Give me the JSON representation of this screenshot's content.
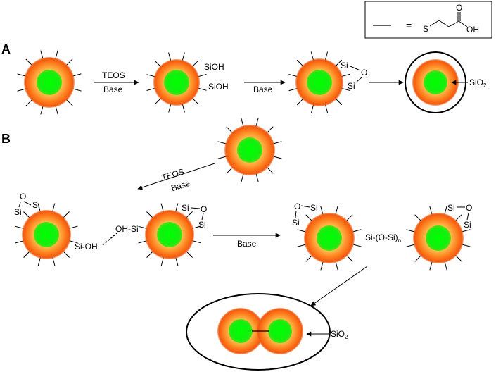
{
  "legend": {
    "equals": "=",
    "thiol_S": "S",
    "carbonyl_O": "O",
    "acid_OH": "OH"
  },
  "panel_a": {
    "label": "A",
    "step1_reagent": "TEOS",
    "step1_condition": "Base",
    "silanol_top": "SiOH",
    "silanol_bottom": "SiOH",
    "step2_condition": "Base",
    "siloxane_si_top": "Si",
    "siloxane_o": "O",
    "siloxane_si_bottom": "Si",
    "shell_label": "SiO",
    "shell_subscript": "2"
  },
  "panel_b": {
    "label": "B",
    "step1_reagent": "TEOS",
    "step1_condition": "Base",
    "left_o": "O",
    "left_si_top": "Si",
    "left_si_bottom": "Si",
    "left_silanol": "Si-OH",
    "center_silanol": "OH-Si",
    "center_si_top": "Si",
    "center_o": "O",
    "center_si_bottom": "Si",
    "step2_condition": "Base",
    "right1_o": "O",
    "right1_si_top": "Si",
    "right1_si_bottom": "Si",
    "bridge_label": "Si-(O-Si)",
    "bridge_subscript": "n",
    "right2_si_top": "Si",
    "right2_o": "O",
    "right2_si_bottom": "Si",
    "shell_label": "SiO",
    "shell_subscript": "2"
  }
}
